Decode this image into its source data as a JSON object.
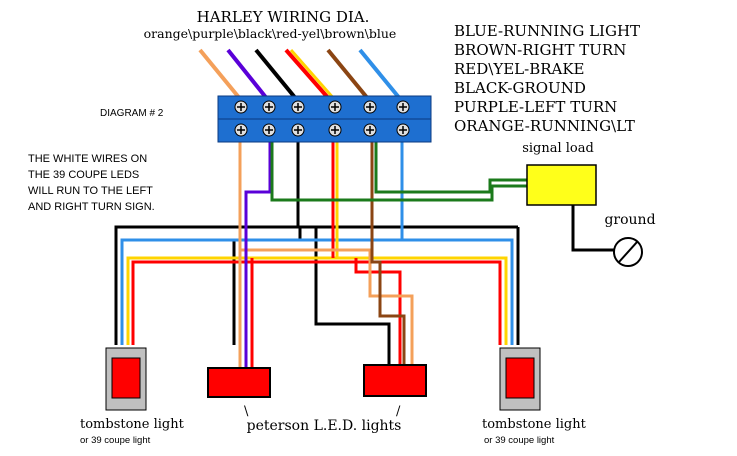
{
  "title": "HARLEY WIRING DIA.",
  "wire_order": "orange\\purple\\black\\red-yel\\brown\\blue",
  "diagram_label": "DIAGRAM # 2",
  "legend": [
    "BLUE-RUNNING LIGHT",
    "BROWN-RIGHT TURN",
    "RED\\YEL-BRAKE",
    "BLACK-GROUND",
    "PURPLE-LEFT TURN",
    "ORANGE-RUNNING\\LT"
  ],
  "note": [
    "THE  WHITE  WIRES  ON",
    "THE   39   COUPE  LEDS",
    "WILL  RUN  TO  THE  LEFT",
    "AND  RIGHT  TURN  SIGN."
  ],
  "signal_load_label": "signal load",
  "ground_label": "ground",
  "tombstone_left": {
    "label": "tombstone light",
    "sublabel": "or 39 coupe light"
  },
  "tombstone_right": {
    "label": "tombstone light",
    "sublabel": "or 39 coupe light"
  },
  "peterson_label": "peterson L.E.D. lights",
  "tick_left": "\\",
  "tick_right": "/",
  "colors": {
    "orange": "#f4a05a",
    "purple": "#5a00d8",
    "black": "#000000",
    "red": "#ff0000",
    "yellow": "#ffd400",
    "brown": "#8b4513",
    "blue": "#2f8fe8",
    "green": "#1b7a1b",
    "terminal_block": "#1e6fd0",
    "lamp": "#ff0000",
    "signal_load": "#ffff1a"
  }
}
